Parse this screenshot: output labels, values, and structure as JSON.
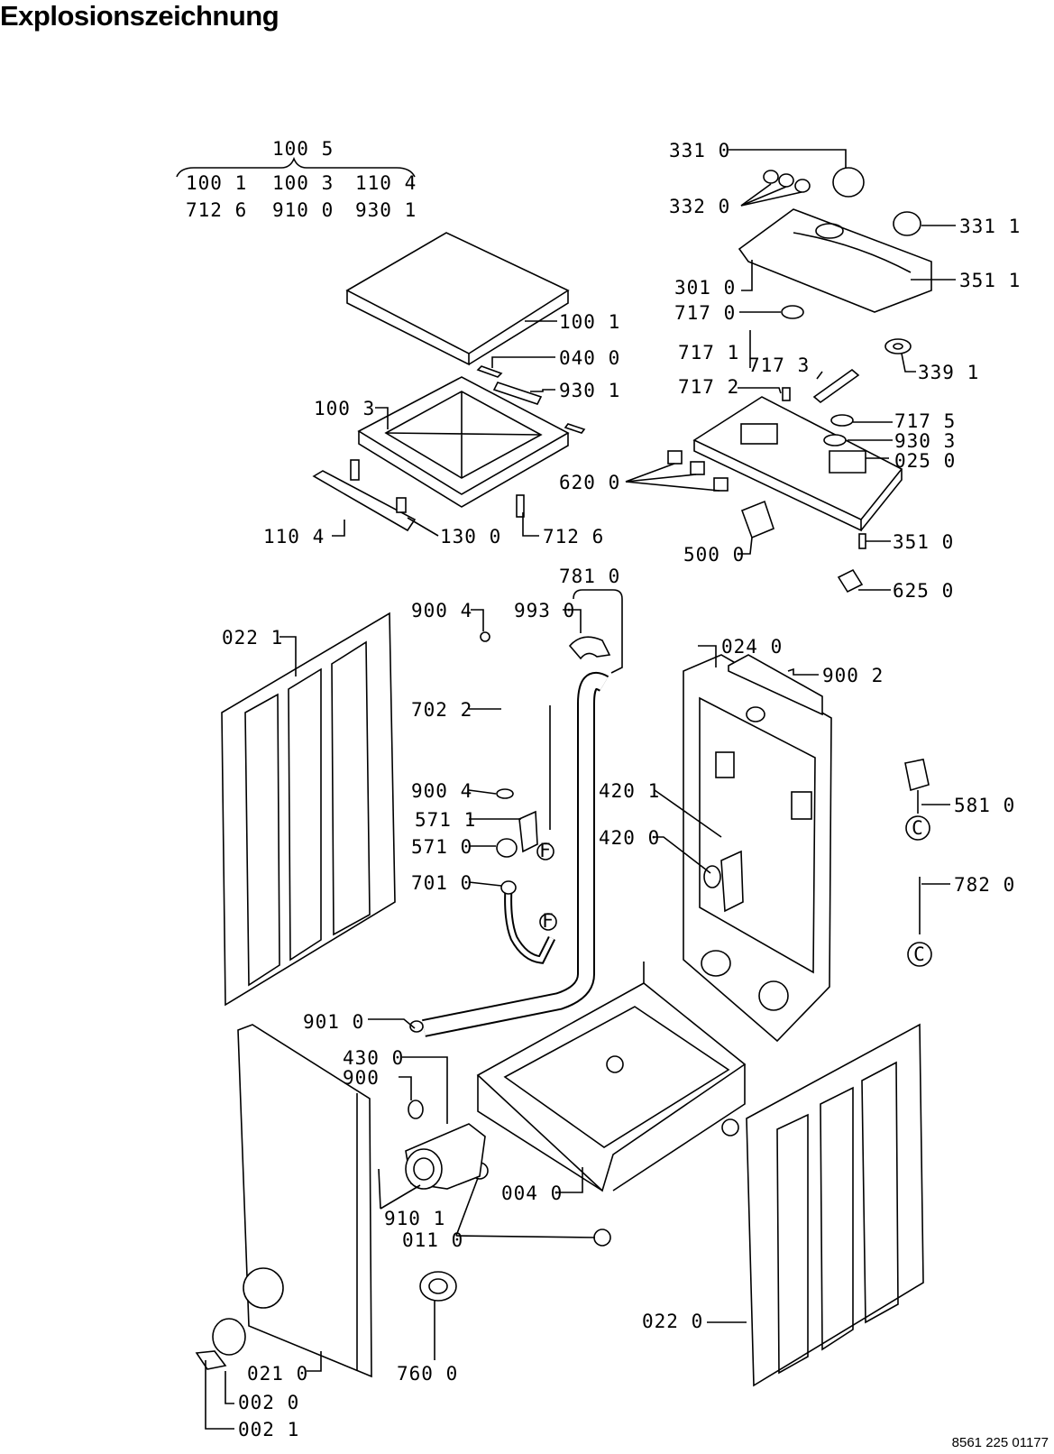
{
  "title": "Explosionszeichnung",
  "doc_number": "8561 225 01177",
  "labels": {
    "l_1005": "100 5",
    "l_1001a": "100 1",
    "l_1003a": "100 3",
    "l_1104a": "110 4",
    "l_7126a": "712 6",
    "l_9100": "910 0",
    "l_9301a": "930 1",
    "l_1001": "100 1",
    "l_0400": "040 0",
    "l_9301": "930 1",
    "l_1003": "100 3",
    "l_1104": "110 4",
    "l_1300": "130 0",
    "l_7126": "712 6",
    "l_3310": "331 0",
    "l_3320": "332 0",
    "l_3311": "331 1",
    "l_3010": "301 0",
    "l_3511": "351 1",
    "l_7170": "717 0",
    "l_7171": "717 1",
    "l_7173": "717 3",
    "l_3391": "339 1",
    "l_7172": "717 2",
    "l_7175": "717 5",
    "l_9303": "930 3",
    "l_0250": "025 0",
    "l_6200": "620 0",
    "l_5000": "500 0",
    "l_3510": "351 0",
    "l_6250": "625 0",
    "l_7810": "781 0",
    "l_9004a": "900 4",
    "l_9930": "993 0",
    "l_0221": "022 1",
    "l_7022": "702 2",
    "l_9004b": "900 4",
    "l_5711": "571 1",
    "l_5710": "571 0",
    "l_7010": "701 0",
    "l_4201": "420 1",
    "l_4200": "420 0",
    "l_0240": "024 0",
    "l_9002": "900 2",
    "l_5810": "581 0",
    "l_7820": "782 0",
    "l_9010": "901 0",
    "l_4300": "430 0",
    "l_900": "900",
    "l_0040": "004 0",
    "l_9101": "910 1",
    "l_0110": "011 0",
    "l_0220": "022 0",
    "l_0210": "021 0",
    "l_7600": "760 0",
    "l_0020": "002 0",
    "l_0021": "002 1",
    "c_F1": "F",
    "c_F2": "F",
    "c_C1": "C",
    "c_C2": "C"
  }
}
